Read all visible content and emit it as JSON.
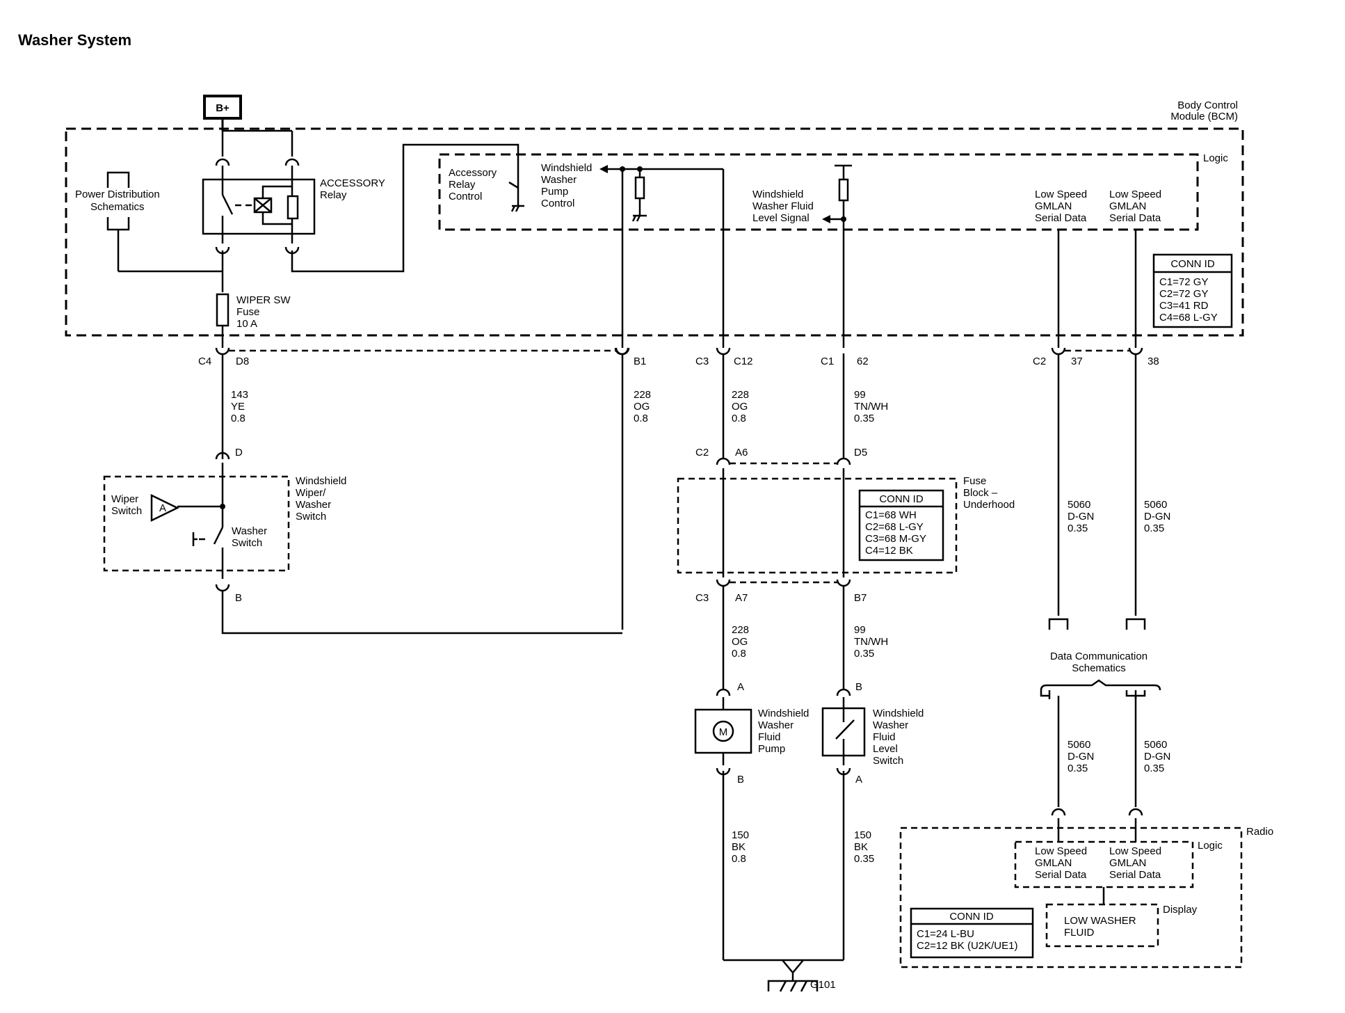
{
  "title": "Washer System",
  "battery": "B+",
  "bcm": {
    "name": "Body Control Module (BCM)",
    "logic": "Logic"
  },
  "power_distribution": "Power Distribution Schematics",
  "relay": {
    "name": "ACCESSORY",
    "sub": "Relay"
  },
  "fuse": {
    "name": "WIPER SW",
    "sub": "Fuse",
    "rating": "10 A"
  },
  "logic_labels": {
    "accessory": "Accessory Relay Control",
    "pump_control": "Windshield Washer Pump Control",
    "level_signal": "Windshield Washer Fluid Level Signal",
    "gmlan1": "Low Speed GMLAN Serial Data",
    "gmlan2": "Low Speed GMLAN Serial Data"
  },
  "bcm_conn": {
    "title": "CONN ID",
    "lines": [
      "C1=72 GY",
      "C2=72 GY",
      "C3=41 RD",
      "C4=68 L-GY"
    ]
  },
  "bcm_pins": {
    "c4": "C4",
    "d8": "D8",
    "b1": "B1",
    "c3": "C3",
    "c12": "C12",
    "c1": "C1",
    "p62": "62",
    "c2": "C2",
    "p37": "37",
    "p38": "38"
  },
  "wires": {
    "w143": [
      "143",
      "YE",
      "0.8"
    ],
    "w228a": [
      "228",
      "OG",
      "0.8"
    ],
    "w228b": [
      "228",
      "OG",
      "0.8"
    ],
    "w99a": [
      "99",
      "TN/WH",
      "0.35"
    ],
    "w5060a": [
      "5060",
      "D-GN",
      "0.35"
    ],
    "w5060b": [
      "5060",
      "D-GN",
      "0.35"
    ],
    "w228c": [
      "228",
      "OG",
      "0.8"
    ],
    "w99b": [
      "99",
      "TN/WH",
      "0.35"
    ],
    "w5060c": [
      "5060",
      "D-GN",
      "0.35"
    ],
    "w5060d": [
      "5060",
      "D-GN",
      "0.35"
    ],
    "w150a": [
      "150",
      "BK",
      "0.8"
    ],
    "w150b": [
      "150",
      "BK",
      "0.35"
    ]
  },
  "switch": {
    "name": "Windshield Wiper/ Washer Switch",
    "wiper": "Wiper Switch",
    "washer": "Washer Switch",
    "pin_d": "D",
    "pin_b": "B",
    "a_label": "A"
  },
  "fuse_block": {
    "name": "Fuse Block – Underhood",
    "pins": {
      "c2": "C2",
      "a6": "A6",
      "d5": "D5",
      "c3": "C3",
      "a7": "A7",
      "b7": "B7"
    },
    "conn": {
      "title": "CONN ID",
      "lines": [
        "C1=68 WH",
        "C2=68 L-GY",
        "C3=68 M-GY",
        "C4=12 BK"
      ]
    }
  },
  "pump": {
    "name": "Windshield Washer Fluid Pump",
    "motor": "M",
    "pin_a": "A",
    "pin_b": "B"
  },
  "level_switch": {
    "name": "Windshield Washer Fluid Level Switch",
    "pin_b": "B",
    "pin_a": "A"
  },
  "data_comm": "Data Communication Schematics",
  "ground": "G101",
  "radio": {
    "name": "Radio",
    "logic": "Logic",
    "display": "Display",
    "gmlan1": "Low Speed GMLAN Serial Data",
    "gmlan2": "Low Speed GMLAN Serial Data",
    "message": "LOW WASHER FLUID",
    "conn": {
      "title": "CONN ID",
      "lines": [
        "C1=24 L-BU",
        "C2=12 BK (U2K/UE1)"
      ]
    }
  }
}
